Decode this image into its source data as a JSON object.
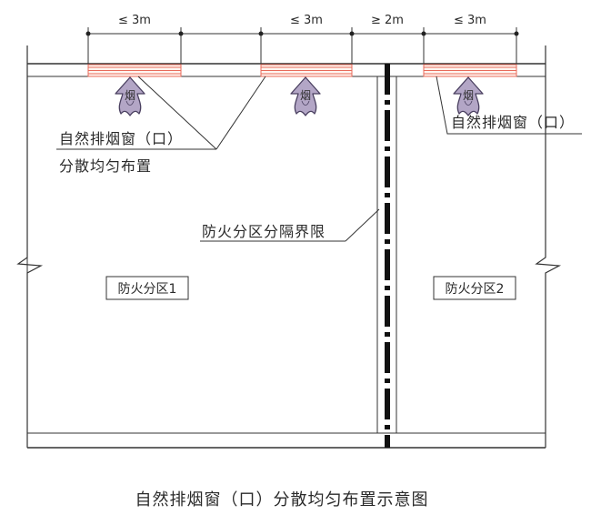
{
  "dimensions": {
    "window_width_a": "≤ 3m",
    "window_width_b": "≤ 3m",
    "gap_between_windows": "≥ 2m",
    "window_width_c": "≤ 3m"
  },
  "labels": {
    "smoke_window_line1": "自然排烟窗（口）",
    "smoke_window_line2": "分散均匀布置",
    "smoke_window_right": "自然排烟窗（口）",
    "fire_boundary": "防火分区分隔界限",
    "zone_1": "防火分区1",
    "zone_2": "防火分区2",
    "smoke_glyph": "烟"
  },
  "caption": "自然排烟窗（口）分散均匀布置示意图",
  "colors": {
    "window_stripe": "#e86a5a",
    "smoke_fill": "#b3a6c6",
    "line": "#333333"
  }
}
